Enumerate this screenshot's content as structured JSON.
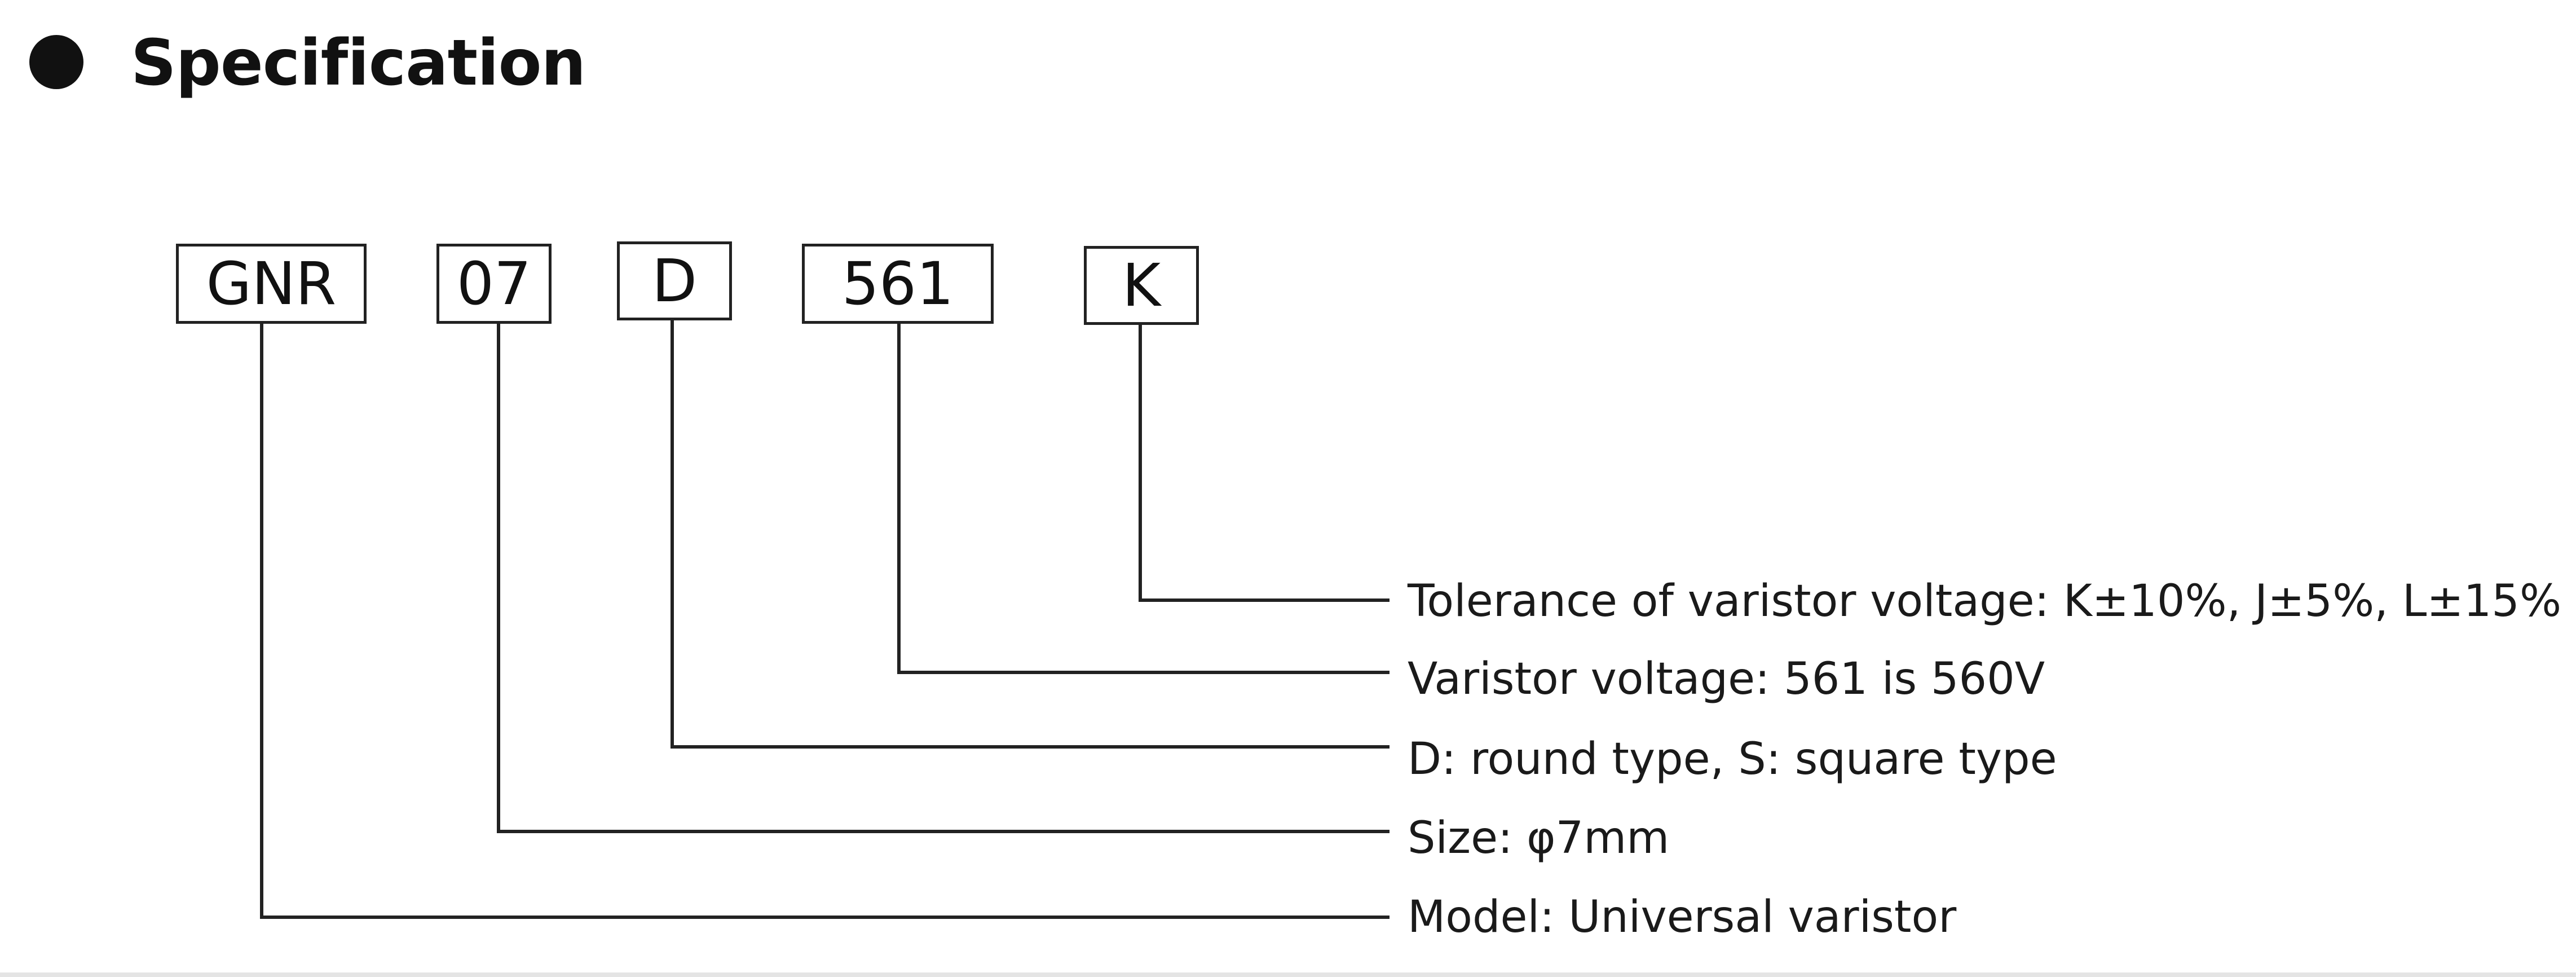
{
  "header": {
    "title": "Specification"
  },
  "code_parts": [
    {
      "code": "GNR",
      "description": "Model: Universal varistor"
    },
    {
      "code": "07",
      "description": "Size: φ7mm"
    },
    {
      "code": "D",
      "description": "D: round type, S: square type"
    },
    {
      "code": "561",
      "description": "Varistor voltage: 561 is 560V"
    },
    {
      "code": "K",
      "description": "Tolerance of varistor voltage: K±10%, J±5%, L±15%"
    }
  ],
  "colors": {
    "ink": "#1a1a1a",
    "line": "#222222",
    "background": "#ffffff"
  }
}
